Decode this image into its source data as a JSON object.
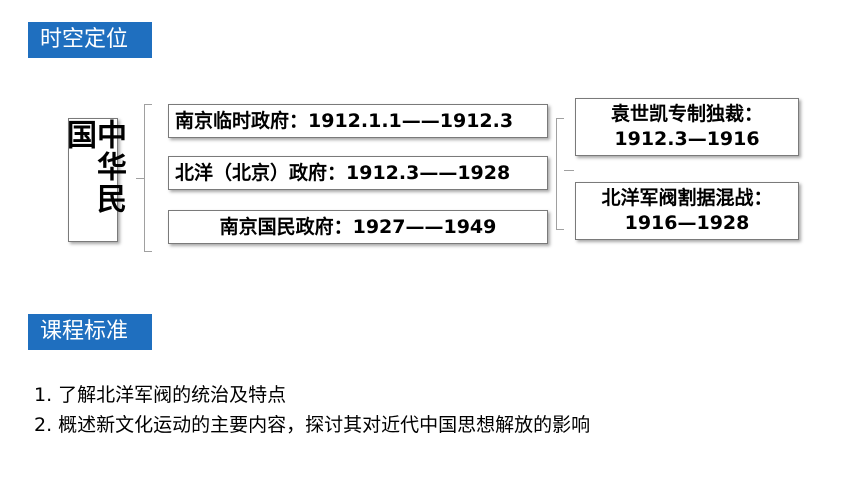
{
  "section_time": "时空定位",
  "section_standards": "课程标准",
  "era_title": "中华民国",
  "governments": [
    "南京临时政府：1912.1.1——1912.3",
    "北洋（北京）政府：1912.3——1928",
    "南京国民政府：1927——1949"
  ],
  "beiyang_periods": [
    {
      "title": "袁世凯专制独裁：",
      "range": "1912.3—1916"
    },
    {
      "title": "北洋军阀割据混战：",
      "range": "1916—1928"
    }
  ],
  "standards": [
    "1. 了解北洋军阀的统治及特点",
    "2. 概述新文化运动的主要内容，探讨其对近代中国思想解放的影响"
  ],
  "colors": {
    "section_tag_bg": "#1f6fbf",
    "section_tag_text": "#ffffff"
  }
}
